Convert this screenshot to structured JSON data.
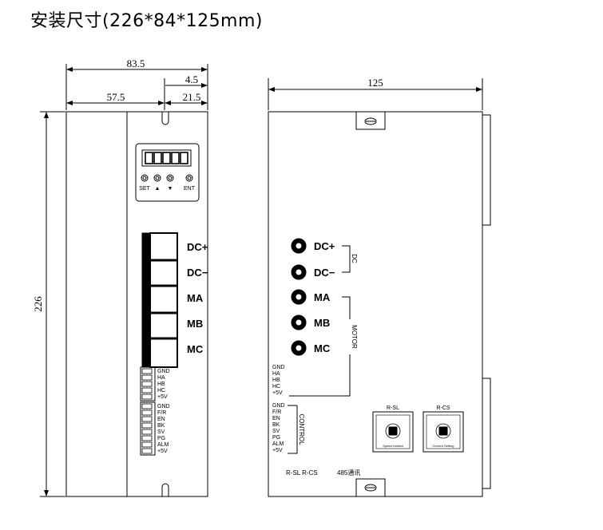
{
  "title": "安装尺寸(226*84*125mm)",
  "front": {
    "dim_total_width": "83.5",
    "dim_small": "4.5",
    "dim_left": "57.5",
    "dim_right": "21.5",
    "dim_height": "226",
    "keys": [
      "SET",
      "▲",
      "▼",
      "ENT"
    ],
    "power_terminals": [
      "DC+",
      "DC−",
      "MA",
      "MB",
      "MC"
    ],
    "hall_pins": [
      "GND",
      "HA",
      "HB",
      "HC",
      "+5V"
    ],
    "control_pins": [
      "GND",
      "F/R",
      "EN",
      "BK",
      "SV",
      "PG",
      "ALM",
      "+5V"
    ]
  },
  "side": {
    "dim_width": "125",
    "power_labels": [
      "DC+",
      "DC−",
      "MA",
      "MB",
      "MC"
    ],
    "group_dc": "DC",
    "group_motor": "MOTOR",
    "hall_pins": [
      "GND",
      "HA",
      "HB",
      "HC",
      "+5V"
    ],
    "control_pins": [
      "GND",
      "F/R",
      "EN",
      "BK",
      "SV",
      "PG",
      "ALM",
      "+5V"
    ],
    "group_control": "CONTROL",
    "switch1_label": "R-SL",
    "switch2_label": "R-CS",
    "switch1_caption": "Speed Limited",
    "switch2_caption": "Current Setting",
    "bottom_labels": "R-SL R-CS",
    "comm_label": "485通讯"
  }
}
